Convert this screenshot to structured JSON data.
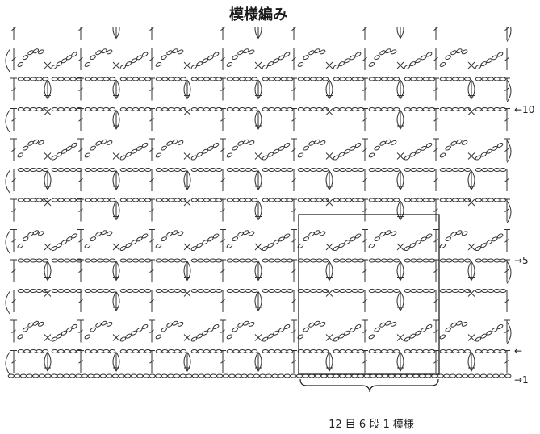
{
  "title": "模様編み",
  "row_labels": [
    {
      "row": 10,
      "text": "←10"
    },
    {
      "row": 5,
      "text": "→5"
    },
    {
      "row": 2,
      "text": "←"
    },
    {
      "row": 1,
      "text": "→1"
    }
  ],
  "repeat_label": "12 目 6 段 1 模様",
  "colors": {
    "line": "#333333",
    "text": "#222222"
  }
}
